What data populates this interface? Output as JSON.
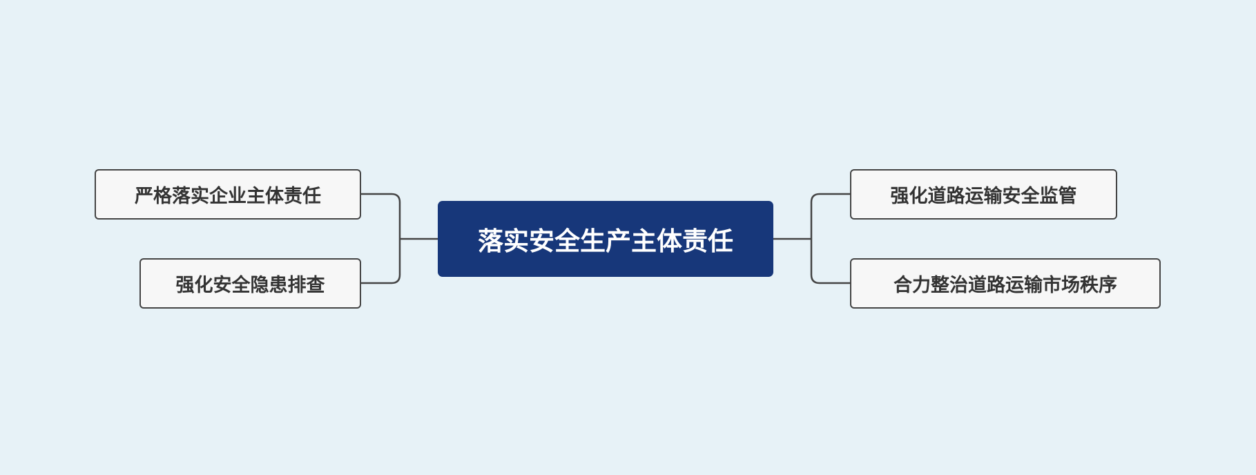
{
  "root": {
    "label": "落实安全生产主体责任",
    "color": "#17377a"
  },
  "left_branches": [
    {
      "label": "严格落实企业主体责任"
    },
    {
      "label": "强化安全隐患排查"
    }
  ],
  "right_branches": [
    {
      "label": "强化道路运输安全监管"
    },
    {
      "label": "合力整治道路运输市场秩序"
    }
  ]
}
